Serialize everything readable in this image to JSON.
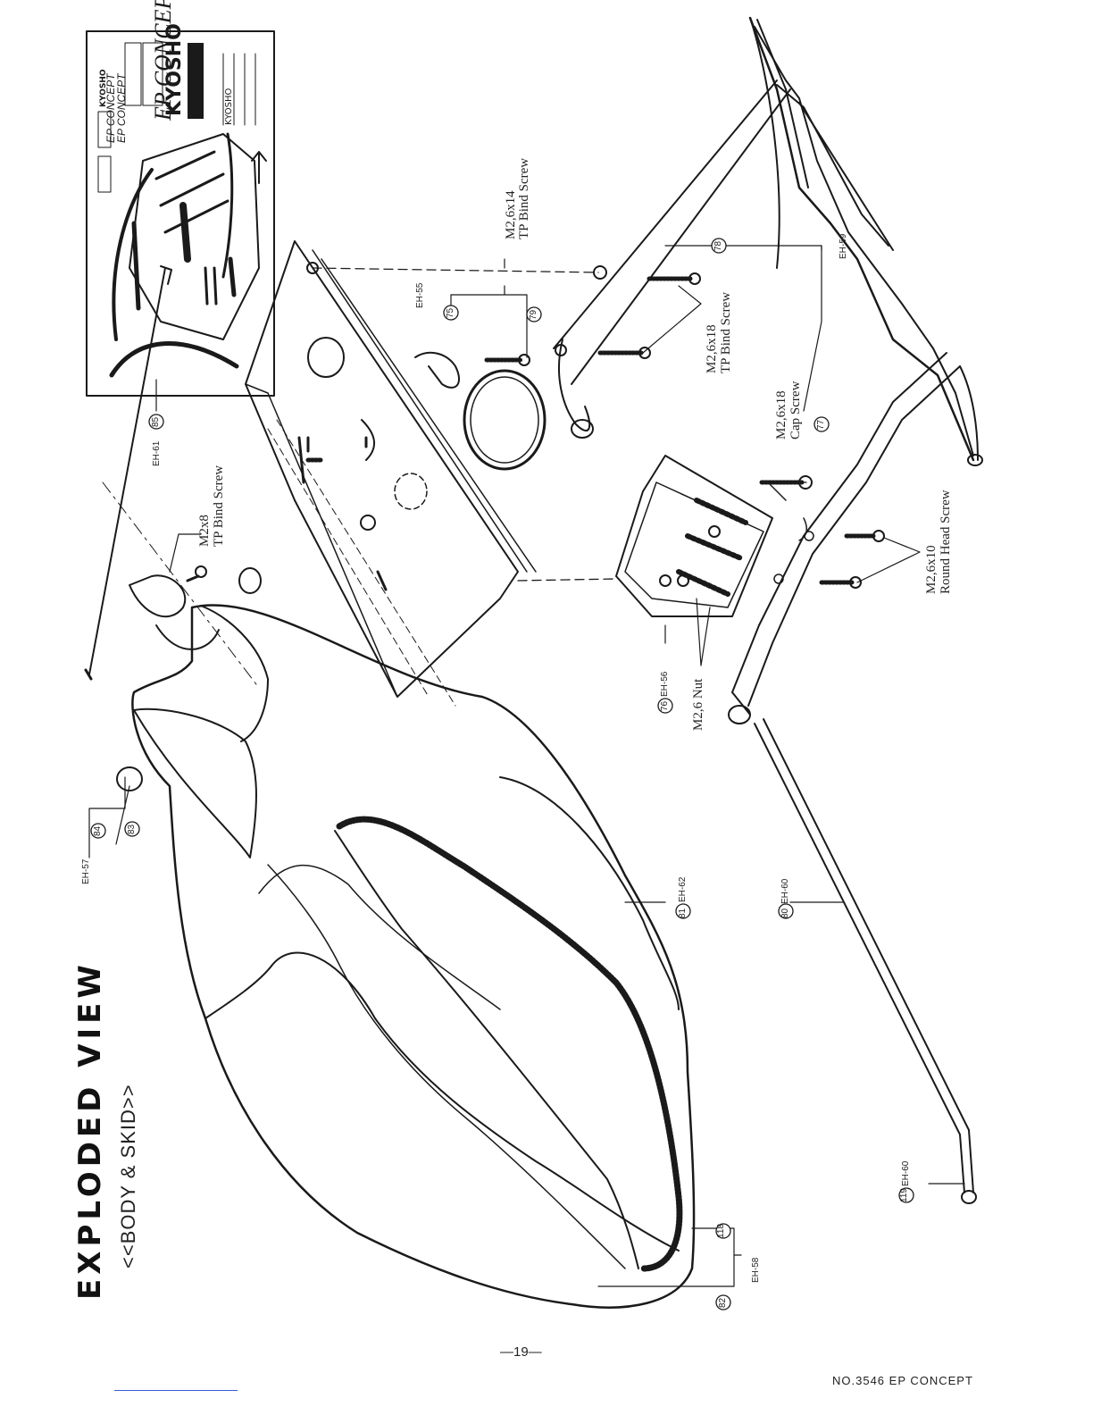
{
  "page": {
    "title": "EXPLODED VIEW",
    "subtitle": "<<BODY & SKID>>",
    "page_number": "—19—",
    "doc_id": "NO.3546  EP CONCEPT"
  },
  "callouts": {
    "m2x8": [
      "M2x8",
      "TP Bind Screw"
    ],
    "m26x14": [
      "M2,6x14",
      "TP Bind Screw"
    ],
    "m26x18_tp": [
      "M2,6x18",
      "TP Bind Screw"
    ],
    "m26x18_cap": [
      "M2,6x18",
      "Cap Screw"
    ],
    "m26x10": [
      "M2,6x10",
      "Round Head Screw"
    ],
    "m26_nut": "M2,6 Nut"
  },
  "part_refs": [
    {
      "num": "85",
      "code": "EH-61"
    },
    {
      "num": "75",
      "code": "EH-55"
    },
    {
      "num": "79",
      "code": ""
    },
    {
      "num": "78",
      "code": "EH-59"
    },
    {
      "num": "77",
      "code": ""
    },
    {
      "num": "76",
      "code": "EH-56"
    },
    {
      "num": "84",
      "code": "EH-57"
    },
    {
      "num": "83",
      "code": ""
    },
    {
      "num": "81",
      "code": "EH-62"
    },
    {
      "num": "80",
      "code": "EH-60"
    },
    {
      "num": "118",
      "code": "EH-58"
    },
    {
      "num": "82",
      "code": ""
    },
    {
      "num": "119",
      "code": "EH-60"
    }
  ],
  "decal_text": [
    "EP CONCEPT",
    "EP CONCEPT",
    "KYOSHO",
    "KYOSHO",
    "EP CONCEPT",
    "KYOSHO"
  ],
  "colors": {
    "ink": "#1a1a1a",
    "paper": "#ffffff"
  }
}
